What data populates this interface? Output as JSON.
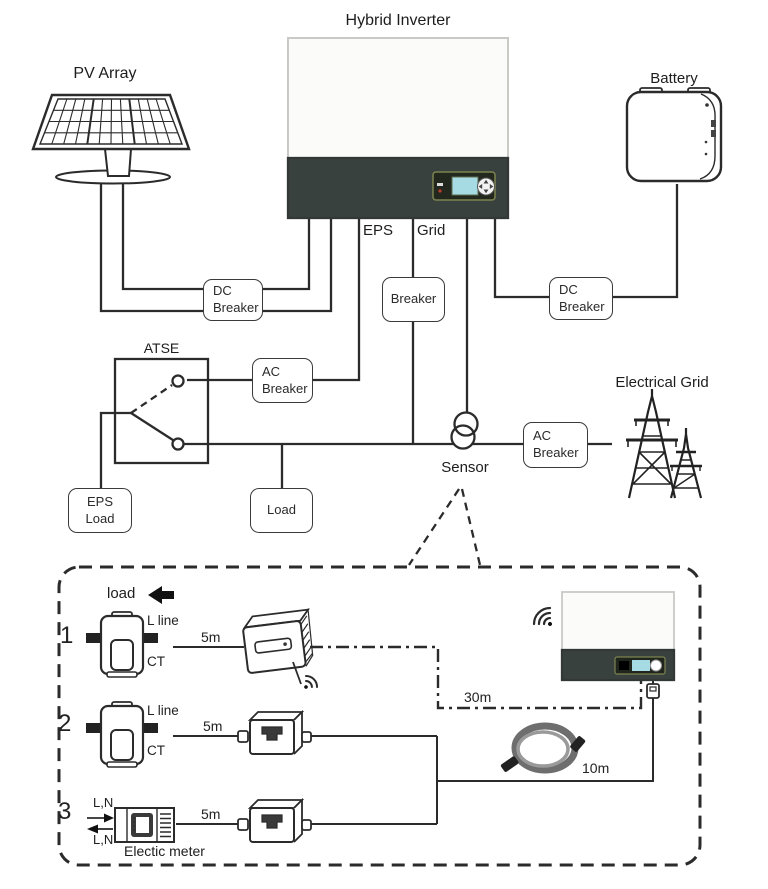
{
  "main": {
    "title": "Hybrid Inverter",
    "pv_label": "PV Array",
    "battery_label": "Battery",
    "eps_label": "EPS",
    "grid_label": "Grid",
    "atse_label": "ATSE",
    "sensor_label": "Sensor",
    "electrical_grid_label": "Electrical Grid",
    "boxes": {
      "dc_breaker_pv": "DC\nBreaker",
      "breaker_grid": "Breaker",
      "dc_breaker_battery": "DC\nBreaker",
      "ac_breaker_eps": "AC\nBreaker",
      "ac_breaker_grid": "AC\nBreaker",
      "eps_load": "EPS\nLoad",
      "load": "Load"
    }
  },
  "detail": {
    "load_label": "load",
    "rows": [
      {
        "num": "1",
        "line_label": "L line",
        "ct_label": "CT",
        "length": "5m"
      },
      {
        "num": "2",
        "line_label": "L line",
        "ct_label": "CT",
        "length": "5m"
      },
      {
        "num": "3",
        "ln_top": "L,N",
        "ln_bottom": "L,N",
        "meter_label": "Electic meter",
        "length": "5m"
      }
    ],
    "wireless_length": "30m",
    "cable_length": "10m"
  },
  "icons": {
    "pv-array-icon": "solar panel on pedestal",
    "battery-icon": "wall battery pack",
    "inverter-icon": "hybrid inverter with LCD and d-pad",
    "transmission-towers-icon": "two lattice pylons",
    "sensor-icon": "two overlapping circles on grid line",
    "atse-switch-icon": "changeover switch contacts",
    "ct-clamp-icon": "current transformer clamp",
    "wifi-icon": "wireless signal arcs",
    "rj45-coupler-icon": "network cable coupler",
    "electric-meter-icon": "din-rail energy meter",
    "coiled-cable-icon": "coiled communication cable",
    "left-arrow-icon": "solid arrow pointing left"
  },
  "colors": {
    "line": "#2b2b2b",
    "inverter_band": "#39413e",
    "lcd": "#a6dbe4",
    "display_border": "#7c844f",
    "led_red": "#c0392b"
  }
}
